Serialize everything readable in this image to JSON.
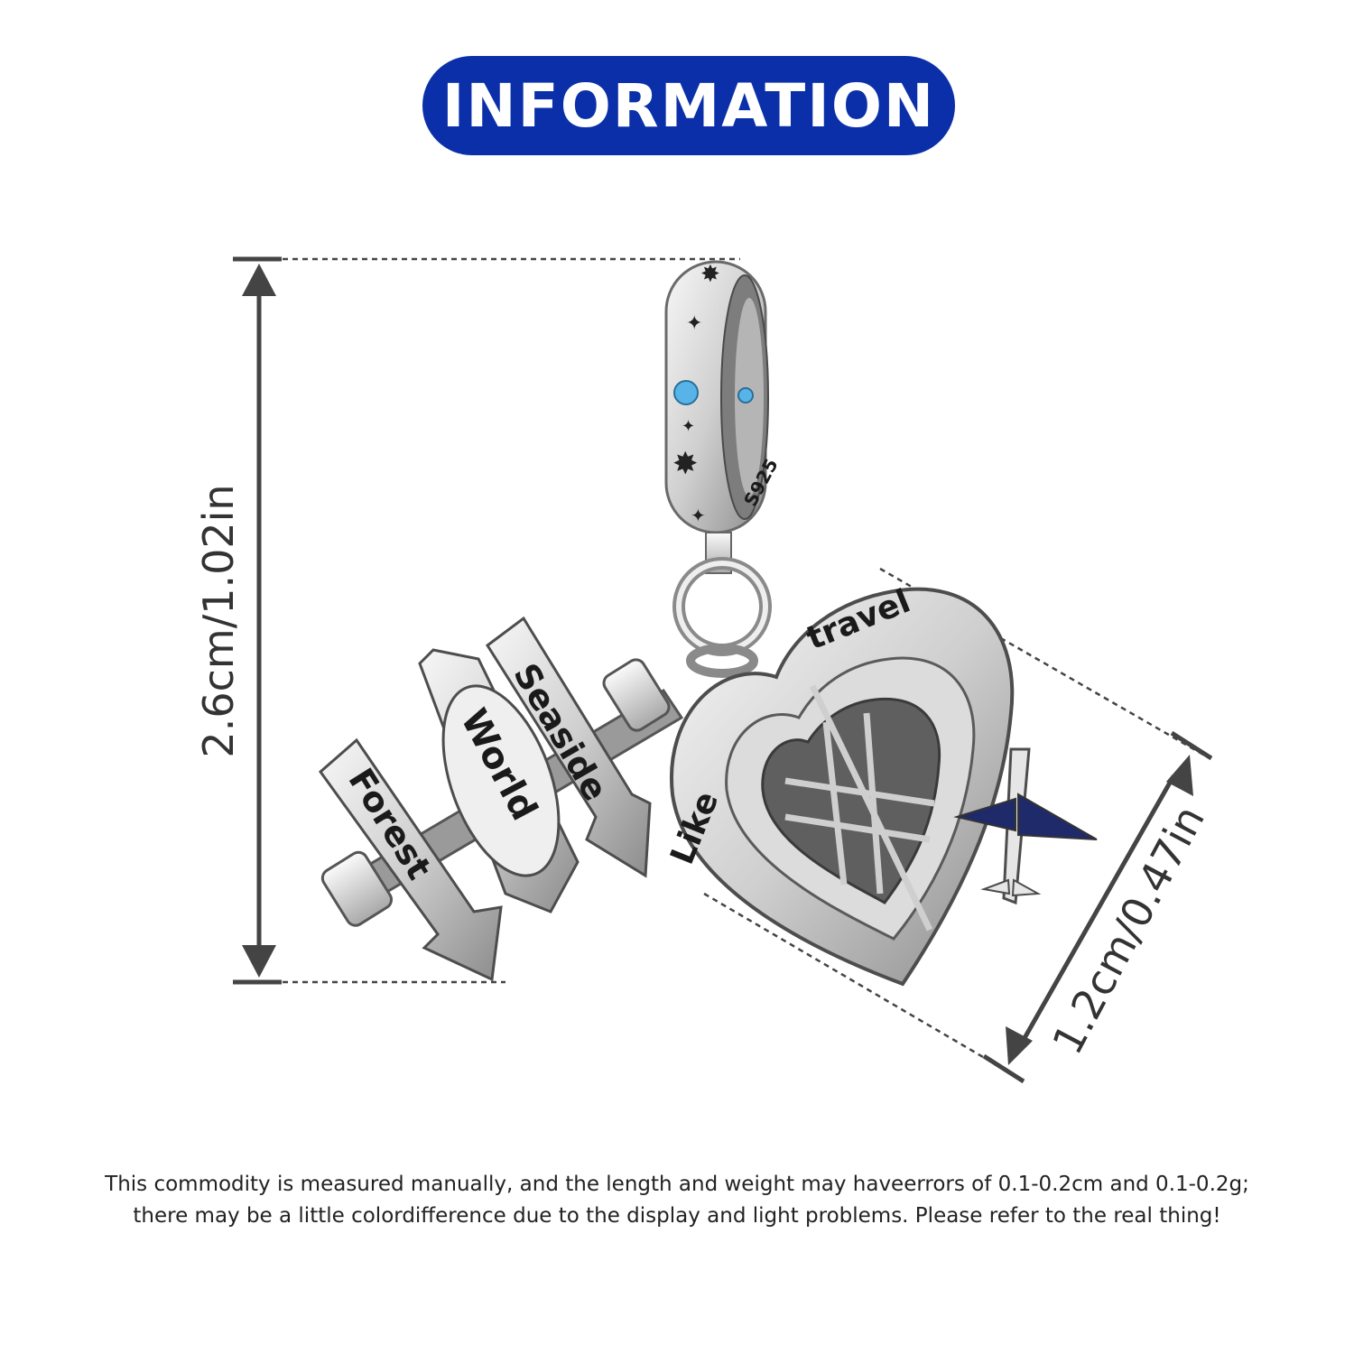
{
  "banner": {
    "title": "INFORMATION"
  },
  "dimensions": {
    "height": "2.6cm/1.02in",
    "width": "1.2cm/0.47in"
  },
  "product": {
    "engravings": {
      "bail_stamp": "S925",
      "sign_top": "Seaside",
      "sign_middle": "World",
      "sign_bottom": "Forest",
      "heart_left": "Like",
      "heart_top": "travel"
    }
  },
  "disclaimer": {
    "line1": "This commodity is measured manually, and the length and weight may haveerrors of 0.1-0.2cm and 0.1-0.2g;",
    "line2": "there may be a little colordifference due to the display and light problems. Please refer to the real thing!"
  },
  "colors": {
    "banner": "#0a2fa8",
    "silver": "#d9d9d9",
    "enamel": "#1f2a6b",
    "stone": "#58b4e8"
  }
}
